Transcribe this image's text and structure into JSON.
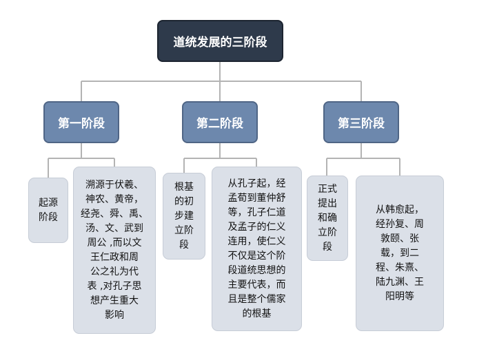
{
  "root": {
    "label": "道统发展的三阶段"
  },
  "stages": [
    {
      "label": "第一阶段",
      "name": "起源\n阶段",
      "desc": "溯源于伏羲、\n神农、黄帝，\n经尧、舜、禹、\n汤、文、武到\n周公 ,而以文\n王仁政和周\n公之礼为代\n表 ,对孔子思\n想产生重大\n影响"
    },
    {
      "label": "第二阶段",
      "name": "根基\n的初\n步建\n立阶\n段",
      "desc": "从孔子起，经\n孟荀到董仲舒\n等，孔子仁道\n及孟子的仁义\n连用，使仁义\n不仅是这个阶\n段道统思想的\n主要代表，而\n且是整个儒家\n的根基"
    },
    {
      "label": "第三阶段",
      "name": "正式\n提出\n和确\n立阶\n段",
      "desc": "从韩愈起，\n经孙复、周\n敦颐、张\n载，到二\n程、朱熹、\n陆九渊、王\n阳明等"
    }
  ],
  "colors": {
    "root": "#2e3a4b",
    "stage": "#6d88ad",
    "leaf": "#dbe0e8",
    "line": "#b3b3b3"
  }
}
